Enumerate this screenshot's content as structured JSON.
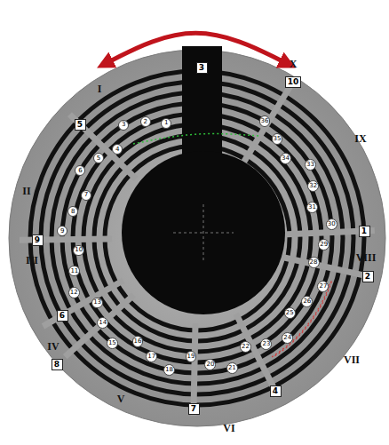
{
  "diagram": {
    "nodes": [
      {
        "text": [
          "1"
        ]
      },
      {
        "text": [
          "2"
        ]
      },
      {
        "text": [
          "3"
        ]
      },
      {
        "text": [
          "4"
        ]
      },
      {
        "text": [
          "5"
        ]
      },
      {
        "text": [
          "6"
        ]
      },
      {
        "text": [
          "7"
        ]
      },
      {
        "text": [
          "8"
        ]
      },
      {
        "text": [
          "9"
        ]
      },
      {
        "text": [
          "10"
        ]
      },
      {
        "text": [
          "1"
        ]
      },
      {
        "text": [
          "2"
        ]
      },
      {
        "text": [
          "3"
        ]
      },
      {
        "text": [
          "4"
        ]
      },
      {
        "text": [
          "5"
        ]
      },
      {
        "text": [
          "6"
        ]
      },
      {
        "text": [
          "7"
        ]
      },
      {
        "text": [
          "8"
        ]
      },
      {
        "text": [
          "9"
        ]
      },
      {
        "text": [
          "10"
        ]
      },
      {
        "text": [
          "11"
        ]
      },
      {
        "text": [
          "12"
        ]
      },
      {
        "text": [
          "13"
        ]
      },
      {
        "text": [
          "14"
        ]
      },
      {
        "text": [
          "15"
        ]
      },
      {
        "text": [
          "16"
        ]
      },
      {
        "text": [
          "17"
        ]
      },
      {
        "text": [
          "18"
        ]
      },
      {
        "text": [
          "19"
        ]
      },
      {
        "text": [
          "20"
        ]
      },
      {
        "text": [
          "21"
        ]
      },
      {
        "text": [
          "22"
        ]
      },
      {
        "text": [
          "23"
        ]
      },
      {
        "text": [
          "24"
        ]
      },
      {
        "text": [
          "25"
        ]
      },
      {
        "text": [
          "26"
        ]
      },
      {
        "text": [
          "27"
        ]
      },
      {
        "text": [
          "28"
        ]
      },
      {
        "text": [
          "29"
        ]
      },
      {
        "text": [
          "30"
        ]
      },
      {
        "text": [
          "31"
        ]
      },
      {
        "text": [
          "32"
        ]
      },
      {
        "text": [
          "33"
        ]
      },
      {
        "text": [
          "34"
        ]
      },
      {
        "text": [
          "35"
        ]
      },
      {
        "text": [
          "36"
        ]
      }
    ],
    "labels": [
      "I",
      "II",
      "III",
      "IV",
      "V",
      "VI",
      "VII",
      "VIII",
      "IX",
      "X"
    ]
  }
}
